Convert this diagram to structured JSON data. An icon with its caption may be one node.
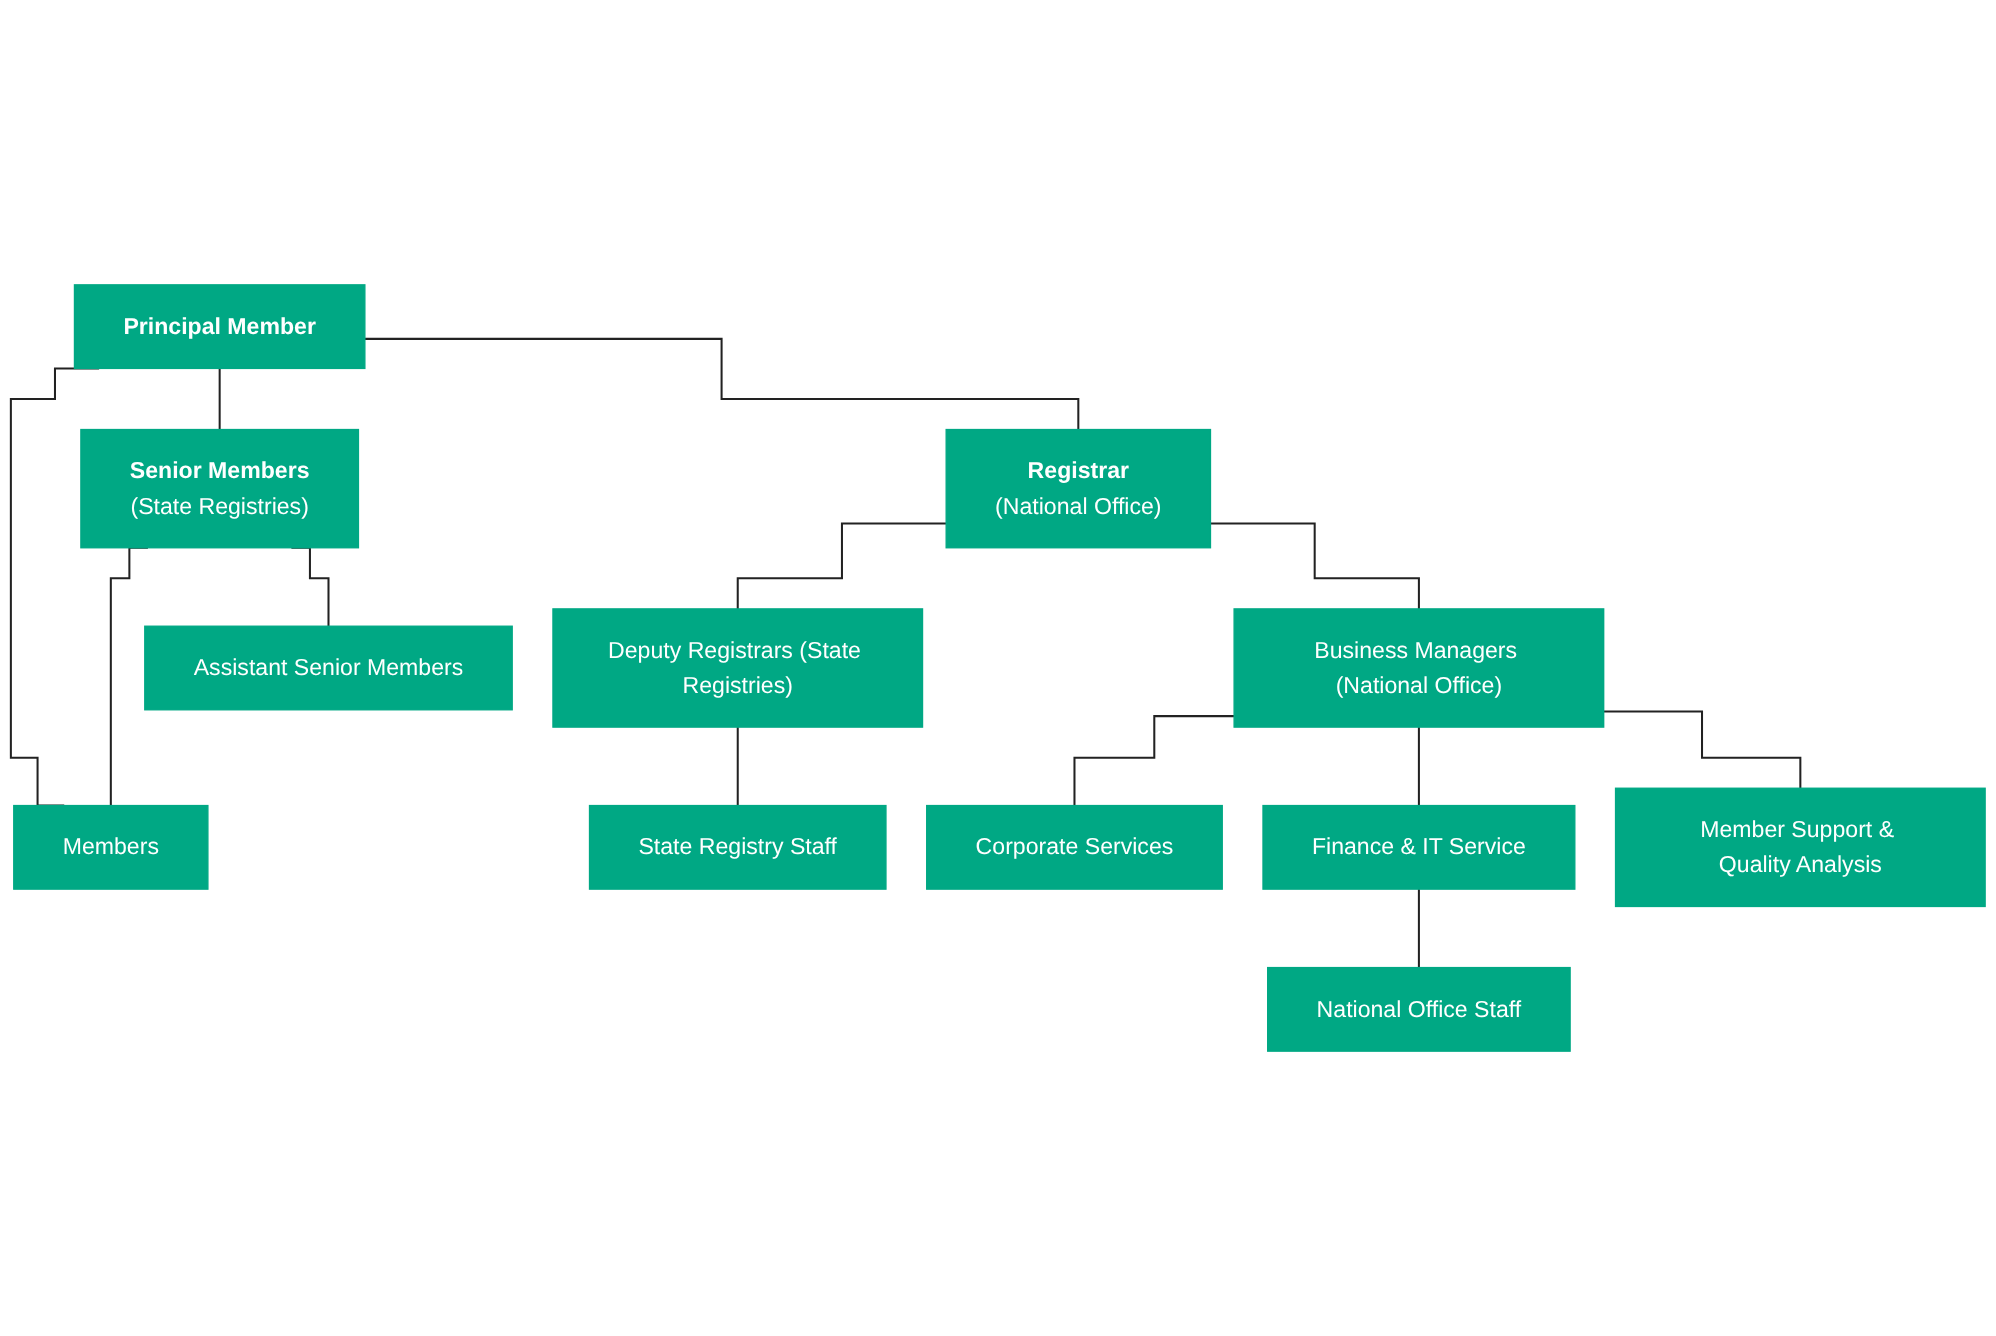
{
  "diagram": {
    "nodes": [
      {
        "text": [
          "Principal Member"
        ]
      },
      {
        "text": [
          "Senior Members",
          "(State Registries)"
        ]
      },
      {
        "text": [
          "Registrar",
          "(National Office)"
        ]
      },
      {
        "text": [
          "Assistant Senior Members"
        ]
      },
      {
        "text": [
          "Deputy Registrars (State Registries)"
        ]
      },
      {
        "text": [
          "Business Managers (National Office)"
        ]
      },
      {
        "text": [
          "Members"
        ]
      },
      {
        "text": [
          "State Registry Staff"
        ]
      },
      {
        "text": [
          "Corporate Services"
        ]
      },
      {
        "text": [
          "Finance & IT Service"
        ]
      },
      {
        "text": [
          "Member Support & Quality Analysis"
        ]
      },
      {
        "text": [
          "National Office Staff"
        ]
      }
    ],
    "edges": [
      {
        "from": 0,
        "to": 1,
        "arrow": "none"
      },
      {
        "from": 0,
        "to": 2,
        "arrow": "none"
      },
      {
        "from": 0,
        "to": 6,
        "arrow": "none"
      },
      {
        "from": 1,
        "to": 3,
        "arrow": "none"
      },
      {
        "from": 1,
        "to": 6,
        "arrow": "none"
      },
      {
        "from": 2,
        "to": 4,
        "arrow": "none"
      },
      {
        "from": 2,
        "to": 5,
        "arrow": "none"
      },
      {
        "from": 4,
        "to": 7,
        "arrow": "none"
      },
      {
        "from": 5,
        "to": 8,
        "arrow": "none"
      },
      {
        "from": 5,
        "to": 9,
        "arrow": "none"
      },
      {
        "from": 5,
        "to": 10,
        "arrow": "none"
      },
      {
        "from": 9,
        "to": 11,
        "arrow": "none"
      }
    ]
  }
}
